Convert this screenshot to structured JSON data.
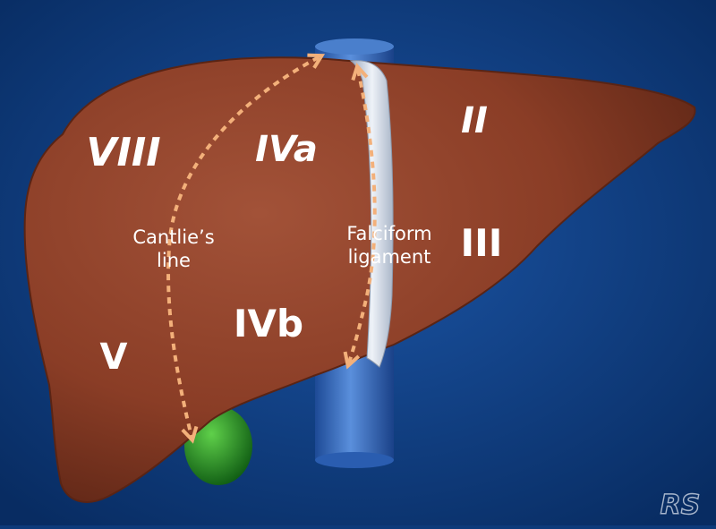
{
  "segments": {
    "viii": "VIII",
    "iva": "IVa",
    "ivb": "IVb",
    "v": "V",
    "ii": "II",
    "iii": "III"
  },
  "annotations": {
    "cantlie_line1": "Cantlie’s",
    "cantlie_line2": "line",
    "falciform_line1": "Falciform",
    "falciform_line2": "ligament"
  },
  "watermark": "RS",
  "colors": {
    "background": "#0d3a7a",
    "liver": "#8a3d26",
    "vena_cava": "#2a5db0",
    "gallbladder": "#2a8a2a",
    "ligament": "#dde4ee",
    "arrow": "#f3b07a",
    "label": "#ffffff"
  }
}
